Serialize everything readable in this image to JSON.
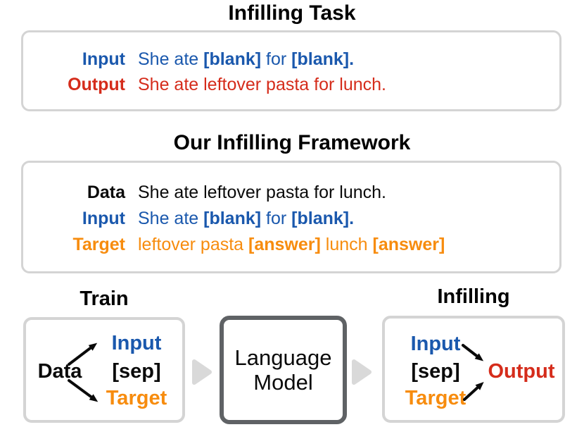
{
  "colors": {
    "blue": "#1A58AD",
    "red": "#D52C1B",
    "orange": "#F78C0E",
    "text_black": "#0A0A0A",
    "panel_border": "#D4D4D4",
    "model_border": "#5F6265",
    "flow_arrow_gray": "#D9D9D9"
  },
  "task_section": {
    "title": "Infilling Task",
    "rows": [
      {
        "label": "Input",
        "segments": [
          {
            "text": "She ate ",
            "bold": false
          },
          {
            "text": "[blank]",
            "bold": true
          },
          {
            "text": " for ",
            "bold": false
          },
          {
            "text": "[blank].",
            "bold": true
          }
        ]
      },
      {
        "label": "Output",
        "segments": [
          {
            "text": "She ate leftover pasta for lunch.",
            "bold": false
          }
        ]
      }
    ]
  },
  "framework_section": {
    "title": "Our Infilling Framework",
    "rows": [
      {
        "label": "Data",
        "segments": [
          {
            "text": "She ate leftover pasta for lunch.",
            "bold": false
          }
        ]
      },
      {
        "label": "Input",
        "segments": [
          {
            "text": "She ate ",
            "bold": false
          },
          {
            "text": "[blank]",
            "bold": true
          },
          {
            "text": " for ",
            "bold": false
          },
          {
            "text": "[blank].",
            "bold": true
          }
        ]
      },
      {
        "label": "Target",
        "segments": [
          {
            "text": "leftover pasta ",
            "bold": false
          },
          {
            "text": "[answer]",
            "bold": true
          },
          {
            "text": " lunch ",
            "bold": false
          },
          {
            "text": "[answer]",
            "bold": true
          }
        ]
      }
    ]
  },
  "pipeline": {
    "train_panel": {
      "title": "Train",
      "source_label": "Data",
      "sequence": {
        "input": "Input",
        "sep": "[sep]",
        "target": "Target"
      }
    },
    "model_panel": {
      "line1": "Language",
      "line2": "Model"
    },
    "infilling_panel": {
      "title": "Infilling",
      "sequence": {
        "input": "Input",
        "sep": "[sep]",
        "target": "Target"
      },
      "result_label": "Output"
    }
  }
}
